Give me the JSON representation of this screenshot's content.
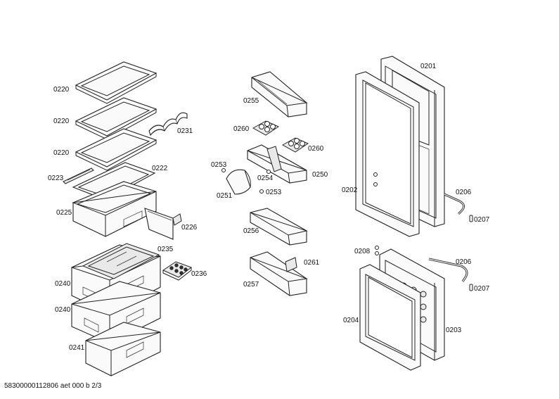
{
  "labels": {
    "l0220a": "0220",
    "l0220b": "0220",
    "l0220c": "0220",
    "l0231": "0231",
    "l0222": "0222",
    "l0223": "0223",
    "l0225": "0225",
    "l0226": "0226",
    "l0235": "0235",
    "l0236": "0236",
    "l0240a": "0240",
    "l0240b": "0240",
    "l0241": "0241",
    "l0255": "0255",
    "l0260a": "0260",
    "l0260b": "0260",
    "l0253a": "0253",
    "l0254": "0254",
    "l0250": "0250",
    "l0251": "0251",
    "l0253b": "0253",
    "l0256": "0256",
    "l0261": "0261",
    "l0257": "0257",
    "l0201": "0201",
    "l0202": "0202",
    "l0206a": "0206",
    "l0207a": "0207",
    "l0208": "0208",
    "l0206b": "0206",
    "l0207b": "0207",
    "l0204": "0204",
    "l0203": "0203"
  },
  "footer": "58300000112806 aet 000 b 2/3"
}
